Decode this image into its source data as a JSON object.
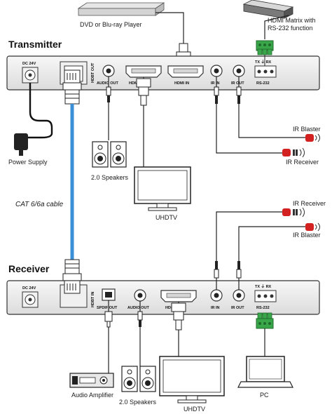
{
  "sections": {
    "transmitter": "Transmitter",
    "receiver": "Receiver"
  },
  "transmitter_ports": {
    "dc": "DC 24V",
    "hdbt": "HDBT OUT",
    "audio_out": "AUDIO OUT",
    "hdmi_out": "HDMI OUT",
    "hdmi_in": "HDMI IN",
    "ir_in": "IR IN",
    "ir_out": "IR OUT",
    "rs232_pins": "TX  ⏚  RX",
    "rs232": "RS-232"
  },
  "receiver_ports": {
    "dc": "DC 24V",
    "hdbt": "HDBT IN",
    "spdif_out": "SPDIF OUT",
    "audio_out": "AUDIO OUT",
    "hdmi_out": "HDMI OUT",
    "ir_in": "IR IN",
    "ir_out": "IR OUT",
    "rs232_pins": "TX  ⏚  RX",
    "rs232": "RS-232"
  },
  "devices": {
    "dvd_player": "DVD or Blu-ray Player",
    "hdmi_matrix_line1": "HDMI Matrix with",
    "hdmi_matrix_line2": "RS-232 function",
    "power_supply": "Power Supply",
    "cable": "CAT 6/6a cable",
    "tx_ir_blaster": "IR Blaster",
    "tx_ir_receiver": "IR Receiver",
    "tx_speakers": "2.0 Speakers",
    "tx_tv": "UHDTV",
    "rx_ir_receiver": "IR Receiver",
    "rx_ir_blaster": "IR Blaster",
    "audio_amplifier": "Audio Amplifier",
    "rx_speakers": "2.0 Speakers",
    "rx_tv": "UHDTV",
    "pc": "PC"
  },
  "colors": {
    "cable": "#3b8fd6",
    "device_panel": "#ececec",
    "terminal_green": "#3aa64a",
    "ir_red": "#d32020"
  }
}
